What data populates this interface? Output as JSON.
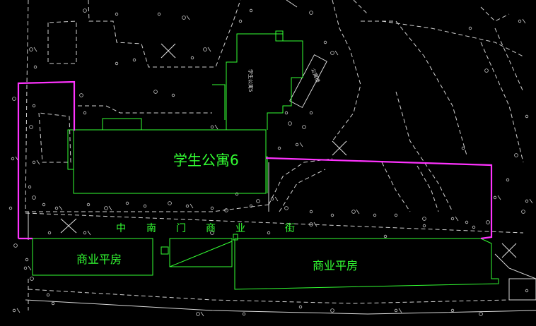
{
  "labels": {
    "apartment": "学生公寓6",
    "shop_left": "商业平房",
    "shop_right": "商业平房",
    "street": [
      "中",
      "南",
      "门",
      "商",
      "业",
      "街"
    ],
    "small_building": "学生公寓5",
    "small_rect": "公寓楼"
  },
  "colors": {
    "background": "#000000",
    "building": "#33ff33",
    "boundary": "#ff33ff",
    "linework": "#d8d8d8"
  }
}
